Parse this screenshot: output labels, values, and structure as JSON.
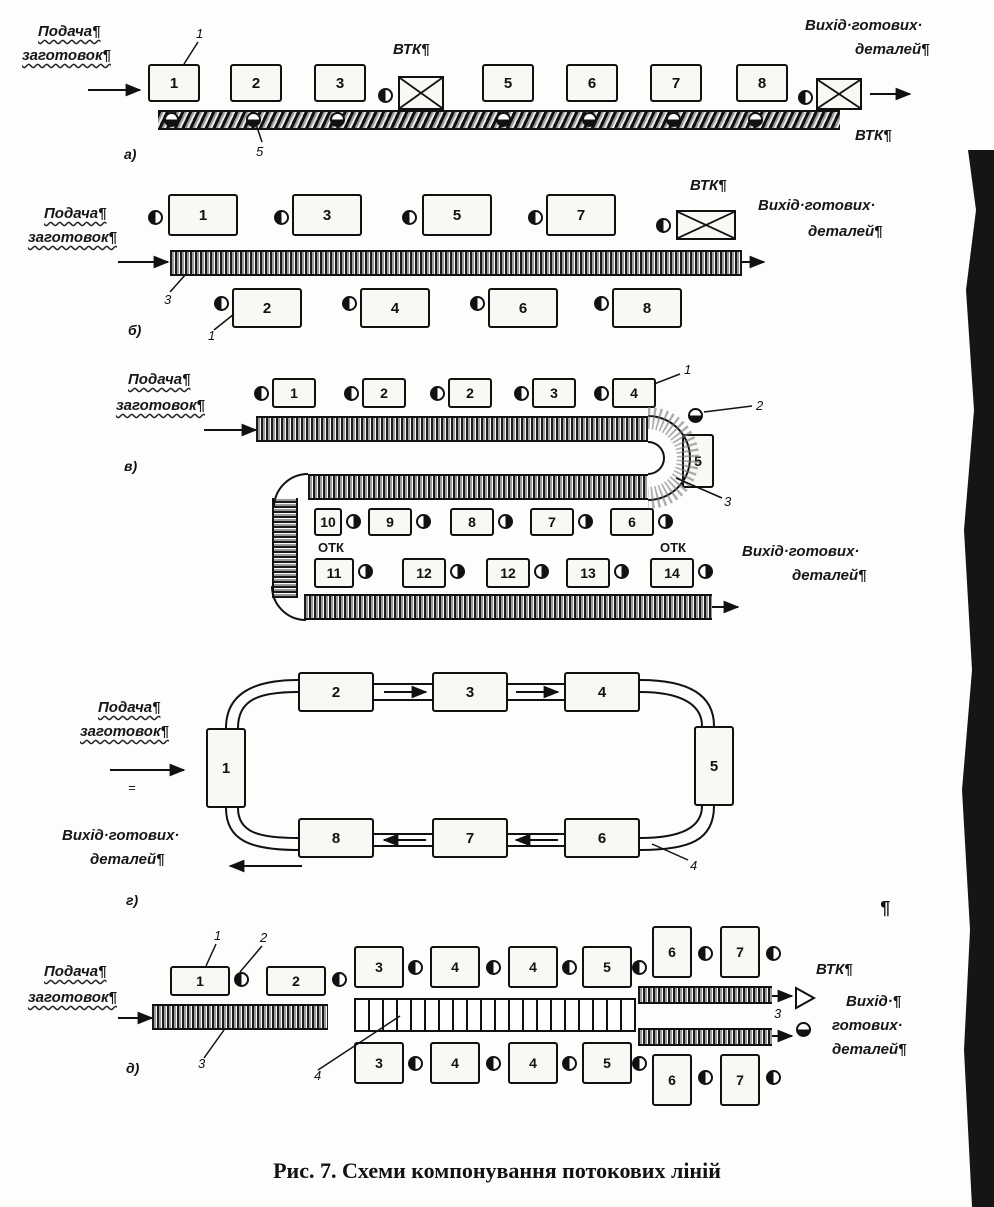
{
  "labels": {
    "supply": "Подача¶",
    "blanks": "заготовок¶",
    "output_line1": "Вихід·готових·",
    "output_line2": "деталей¶",
    "output_alt1": "Вихід·¶",
    "output_alt2": "готових·",
    "qc": "ВТК¶",
    "otk": "ОТК",
    "pilcrow": "¶"
  },
  "subfigures": {
    "a": "а)",
    "b": "б)",
    "v": "в)",
    "g": "г)",
    "d": "д)"
  },
  "diagram_a": {
    "stations": [
      "1",
      "2",
      "3",
      "5",
      "6",
      "7",
      "8"
    ],
    "callouts": [
      "1",
      "5"
    ]
  },
  "diagram_b": {
    "top_stations": [
      "1",
      "3",
      "5",
      "7"
    ],
    "bottom_stations": [
      "2",
      "4",
      "6",
      "8"
    ],
    "callouts": [
      "3",
      "1"
    ]
  },
  "diagram_v": {
    "row1": [
      "1",
      "2",
      "2",
      "3",
      "4"
    ],
    "turn_station": "5",
    "row2": [
      "10",
      "9",
      "8",
      "7",
      "6"
    ],
    "row3": [
      "11",
      "12",
      "12",
      "13",
      "14"
    ],
    "callouts": [
      "1",
      "2",
      "3"
    ]
  },
  "diagram_g": {
    "left": "1",
    "top": [
      "2",
      "3",
      "4"
    ],
    "right": "5",
    "bottom": [
      "8",
      "7",
      "6"
    ],
    "callouts": [
      "4"
    ],
    "mark": "="
  },
  "diagram_d": {
    "input_stations": [
      "1",
      "2"
    ],
    "top_row": [
      "3",
      "4",
      "4",
      "5",
      "6",
      "7"
    ],
    "bottom_row": [
      "3",
      "4",
      "4",
      "5",
      "6",
      "7"
    ],
    "callouts": [
      "1",
      "2",
      "3",
      "4",
      "3"
    ]
  },
  "caption": "Рис. 7.  Схеми компонування потокових ліній"
}
